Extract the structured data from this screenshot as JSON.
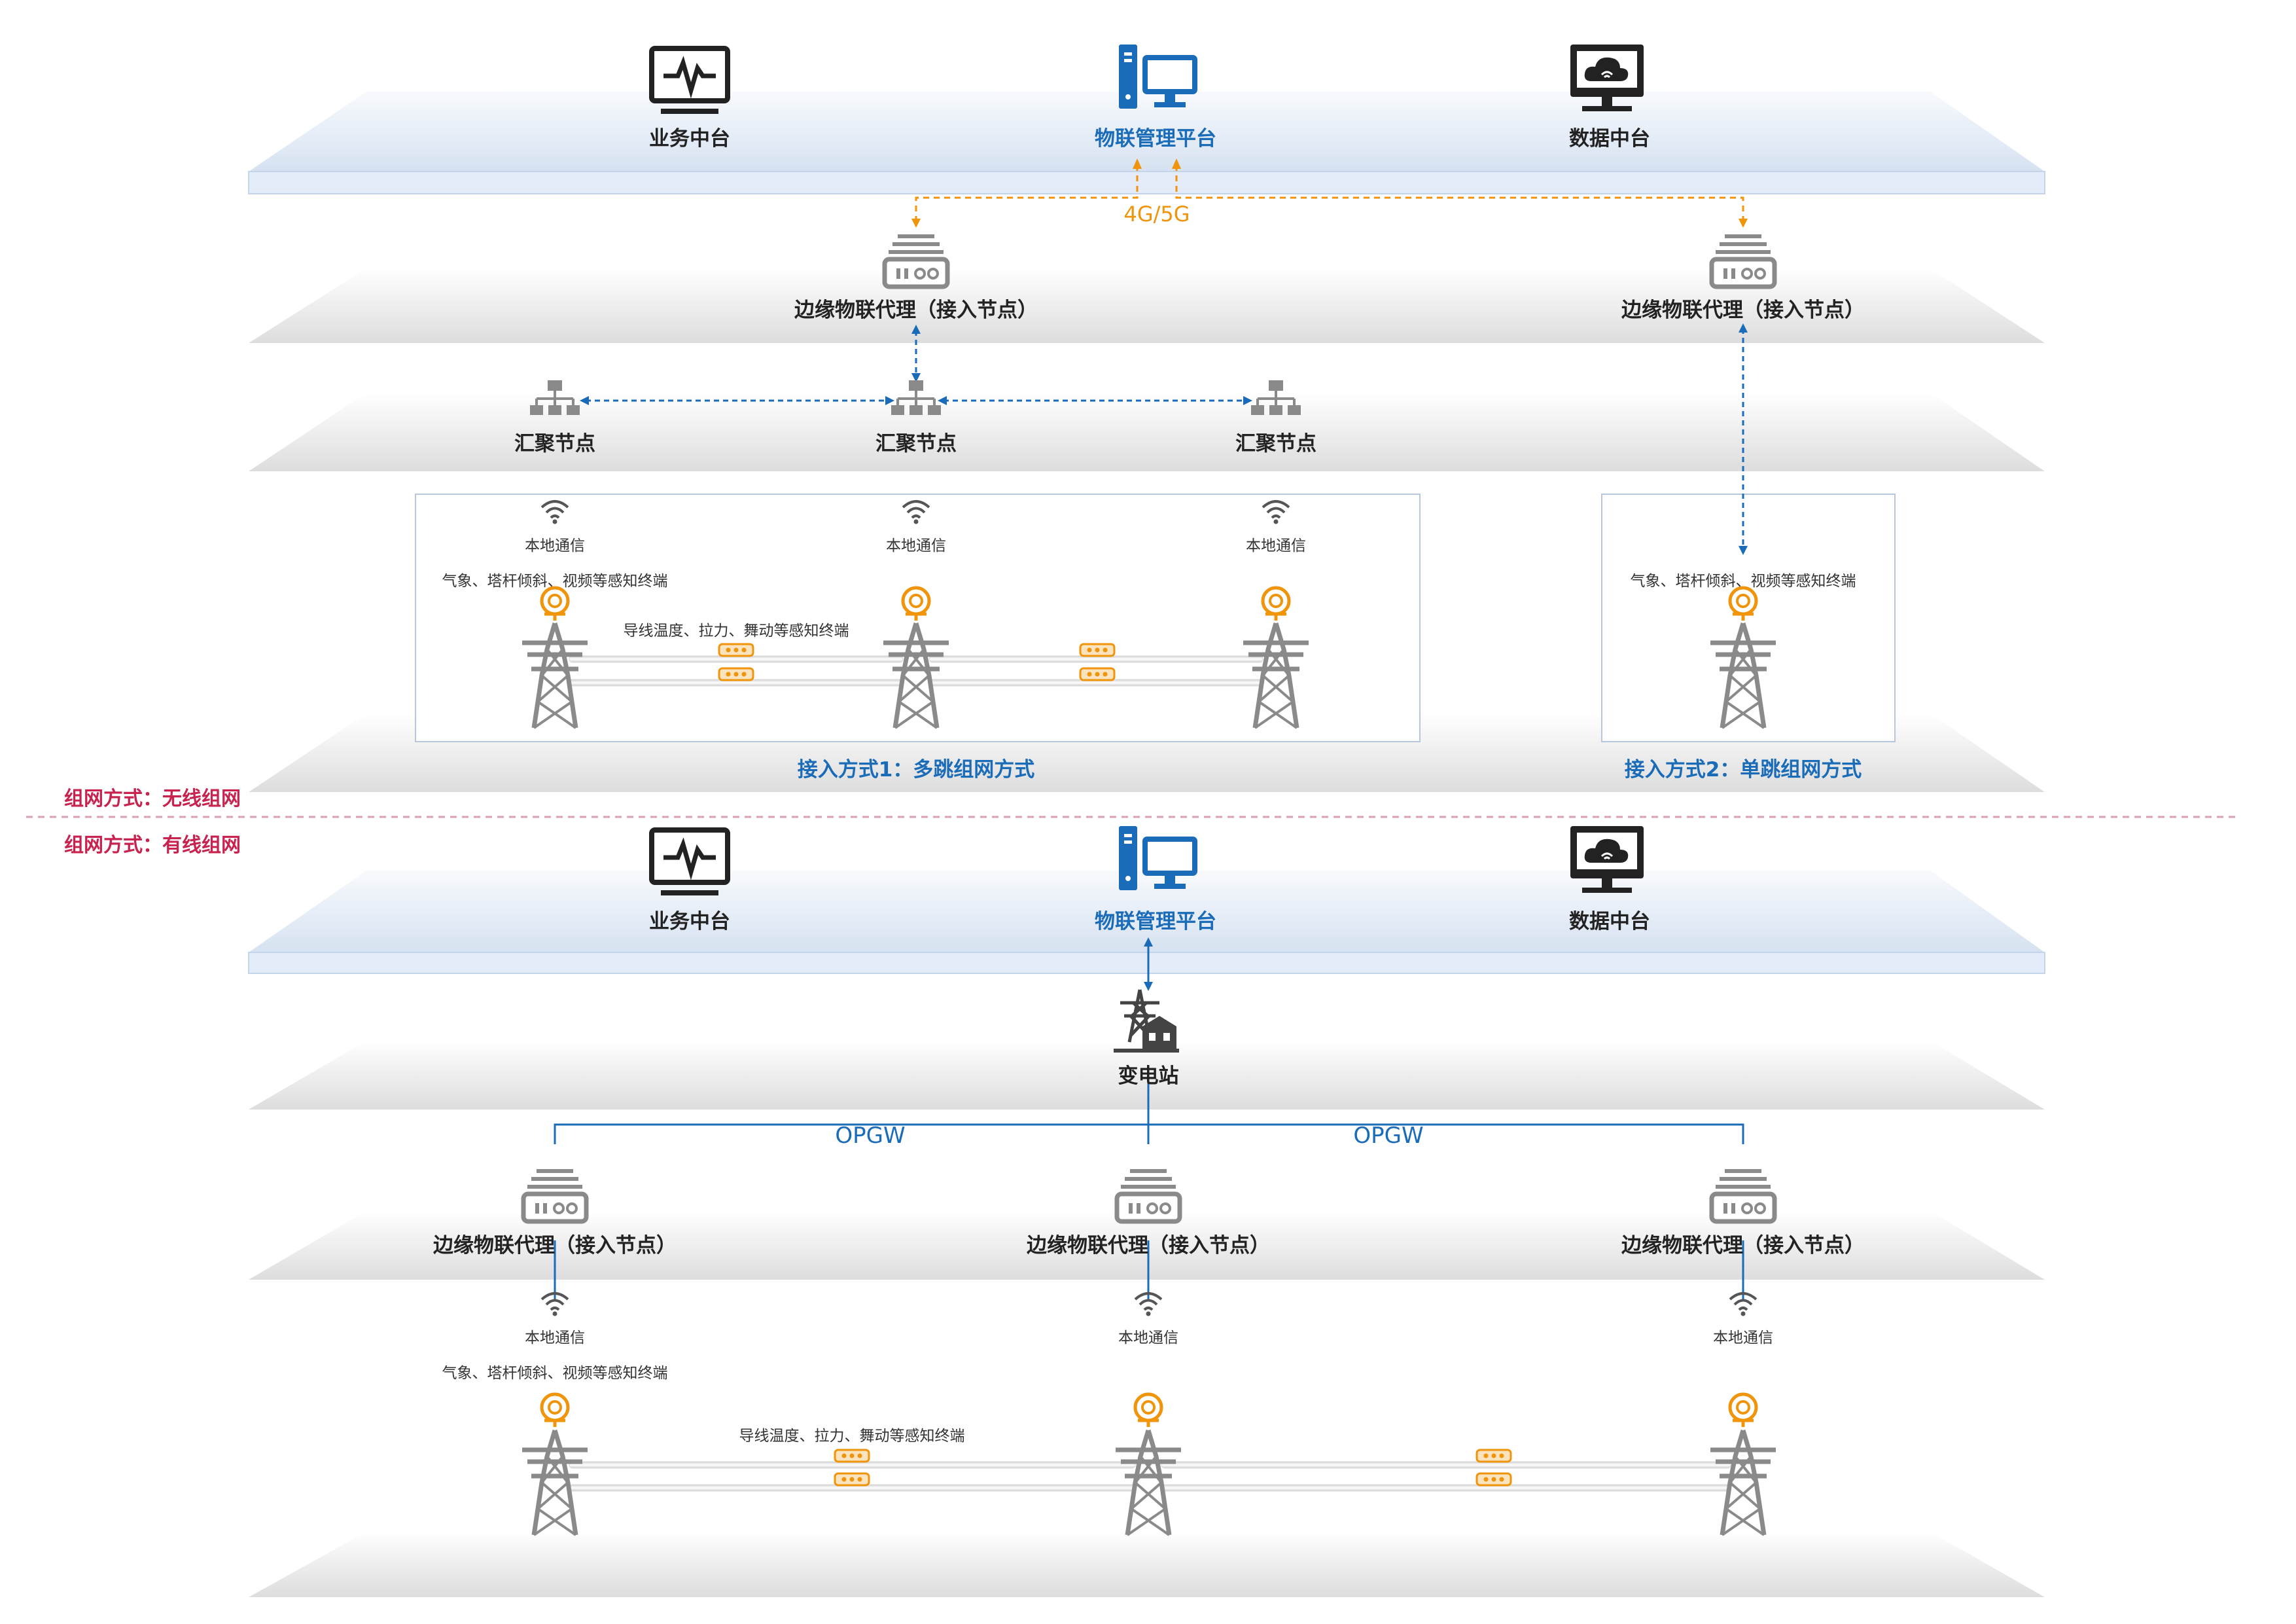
{
  "colors": {
    "accent_blue": "#1a6bb8",
    "orange": "#f0940c",
    "mode_red": "#c8234f",
    "gray_icon": "#8a8a8a",
    "layer_tint": "#e3ecf8"
  },
  "modes": {
    "wireless": "组网方式：无线组网",
    "wired": "组网方式：有线组网"
  },
  "top": {
    "business": "业务中台",
    "iot_platform": "物联管理平台",
    "data": "数据中台",
    "link_label": "4G/5G",
    "edge_left": "边缘物联代理（接入节点）",
    "edge_right": "边缘物联代理（接入节点）",
    "agg_left": "汇聚节点",
    "agg_mid": "汇聚节点",
    "agg_right": "汇聚节点",
    "comm_1": "本地通信",
    "comm_2": "本地通信",
    "comm_3": "本地通信",
    "sensing_left": "气象、塔杆倾斜、视频等感知终端",
    "sensing_right": "气象、塔杆倾斜、视频等感知终端",
    "line_sensing": "导线温度、拉力、舞动等感知终端",
    "caption_1": "接入方式1：多跳组网方式",
    "caption_2": "接入方式2：单跳组网方式"
  },
  "bottom": {
    "business": "业务中台",
    "iot_platform": "物联管理平台",
    "data": "数据中台",
    "substation": "变电站",
    "opgw_left": "OPGW",
    "opgw_right": "OPGW",
    "edge_left": "边缘物联代理（接入节点）",
    "edge_mid": "边缘物联代理（接入节点）",
    "edge_right": "边缘物联代理（接入节点）",
    "comm_1": "本地通信",
    "comm_2": "本地通信",
    "comm_3": "本地通信",
    "sensing": "气象、塔杆倾斜、视频等感知终端",
    "line_sensing": "导线温度、拉力、舞动等感知终端"
  },
  "icons": [
    "monitor-pulse-icon",
    "server-pc-icon",
    "cloud-monitor-icon",
    "edge-device-icon",
    "network-node-icon",
    "wifi-icon",
    "camera-icon",
    "tower-icon",
    "line-sensor-icon",
    "substation-icon"
  ]
}
